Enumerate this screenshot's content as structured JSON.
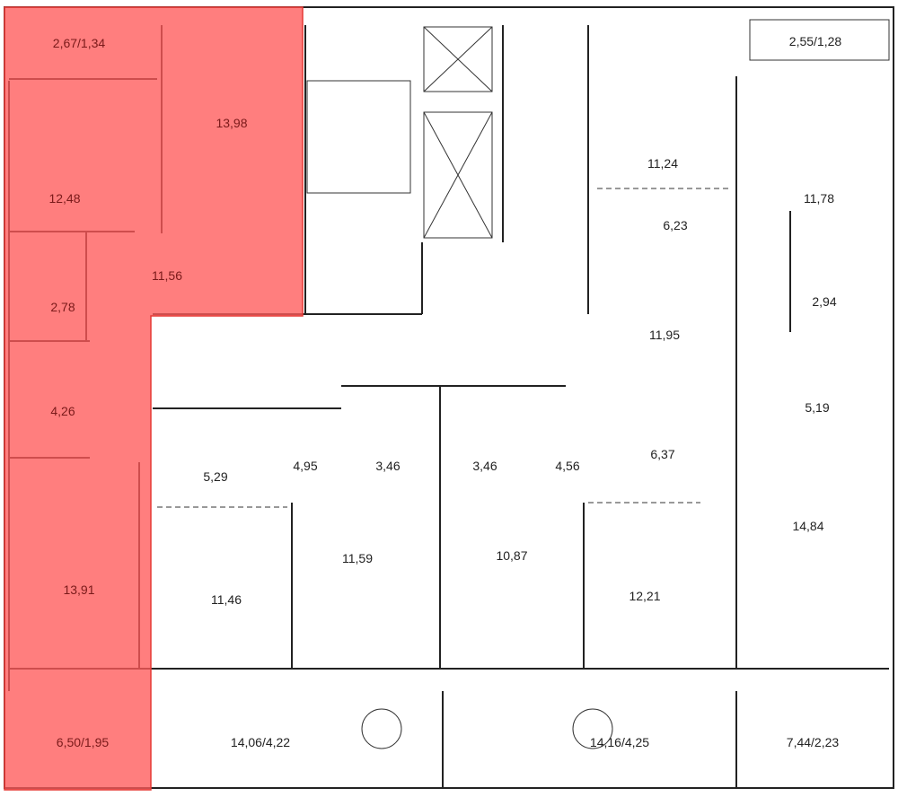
{
  "plan": {
    "highlight_color": "#ff5a5a",
    "selected_apartment": {
      "rooms": [
        {
          "id": "balcony-top",
          "label": "2,67/1,34"
        },
        {
          "id": "living-kitchen",
          "label": "13,98"
        },
        {
          "id": "bedroom-1",
          "label": "12,48"
        },
        {
          "id": "hall",
          "label": "11,56"
        },
        {
          "id": "bathroom-1",
          "label": "2,78"
        },
        {
          "id": "bathroom-2",
          "label": "4,26"
        },
        {
          "id": "bedroom-2",
          "label": "13,91"
        },
        {
          "id": "balcony-bottom",
          "label": "6,50/1,95"
        }
      ]
    },
    "other_rooms": [
      {
        "id": "kitchen-ne",
        "label": "11,24"
      },
      {
        "id": "balcony-ne",
        "label": "2,55/1,28"
      },
      {
        "id": "bedroom-ne",
        "label": "11,78"
      },
      {
        "id": "hall-ne",
        "label": "6,23"
      },
      {
        "id": "bath-ne",
        "label": "2,94"
      },
      {
        "id": "corridor-e",
        "label": "11,95"
      },
      {
        "id": "bath-e",
        "label": "5,19"
      },
      {
        "id": "kitchen-e",
        "label": "6,37"
      },
      {
        "id": "bedroom-e",
        "label": "14,84"
      },
      {
        "id": "living-se",
        "label": "12,21"
      },
      {
        "id": "hall-se",
        "label": "4,56"
      },
      {
        "id": "bath-s2",
        "label": "3,46"
      },
      {
        "id": "bath-s1",
        "label": "3,46"
      },
      {
        "id": "bedroom-s2",
        "label": "10,87"
      },
      {
        "id": "bedroom-s1",
        "label": "11,59"
      },
      {
        "id": "hall-sw",
        "label": "4,95"
      },
      {
        "id": "kitchen-sw",
        "label": "5,29"
      },
      {
        "id": "living-sw",
        "label": "11,46"
      },
      {
        "id": "terrace-sw",
        "label": "14,06/4,22"
      },
      {
        "id": "terrace-se",
        "label": "14,16/4,25"
      },
      {
        "id": "balcony-se",
        "label": "7,44/2,23"
      }
    ]
  }
}
